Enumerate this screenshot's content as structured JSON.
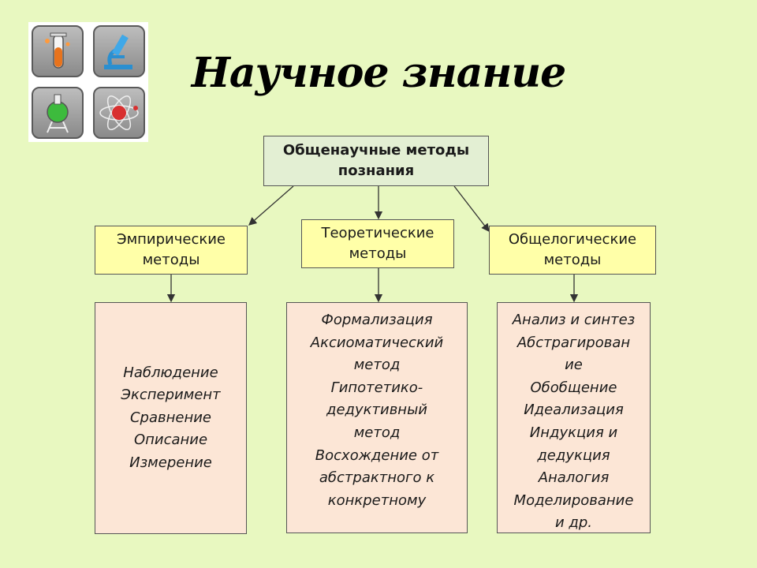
{
  "title": "Научное знание",
  "root": {
    "line1": "Общенаучные методы",
    "line2": "познания"
  },
  "categories": [
    {
      "line1": "Эмпирические",
      "line2": "методы"
    },
    {
      "line1": "Теоретические",
      "line2": "методы"
    },
    {
      "line1": "Общелогические",
      "line2": "методы"
    }
  ],
  "lists": {
    "empirical": [
      "Наблюдение",
      "Эксперимент",
      "Сравнение",
      "Описание",
      "Измерение"
    ],
    "theoretical": [
      "Формализация",
      "Аксиоматический",
      "метод",
      "Гипотетико-",
      "дедуктивный",
      "метод",
      "Восхождение от",
      "абстрактного к",
      "конкретному"
    ],
    "logical": [
      "Анализ и синтез",
      "Абстрагирован",
      "ие",
      "Обобщение",
      "Идеализация",
      "Индукция и",
      "дедукция",
      "Аналогия",
      "Моделирование",
      "и др."
    ]
  },
  "icons": [
    "test-tube-icon",
    "microscope-icon",
    "flask-icon",
    "atom-icon"
  ],
  "colors": {
    "background": "#e8f8c0",
    "root_box": "#e3efd3",
    "category_box": "#ffffa8",
    "list_box": "#fce6d6"
  }
}
